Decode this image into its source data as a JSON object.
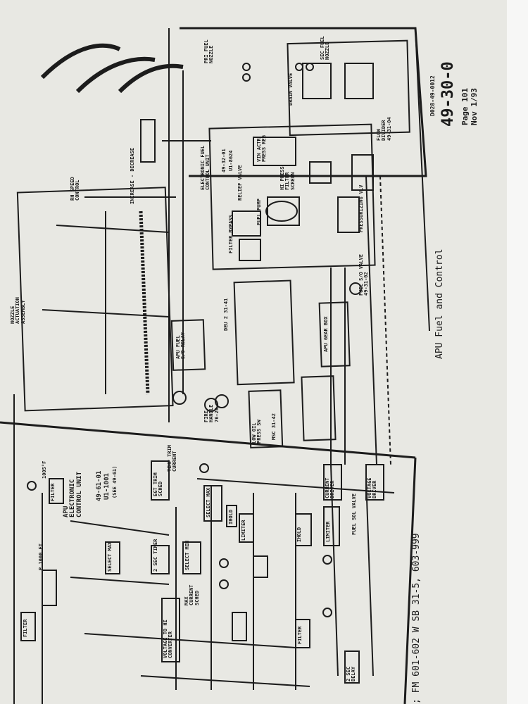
{
  "header": {
    "doc_id": "D028-49-0012",
    "chapter": "49-30-0",
    "page": "Page 101",
    "date": "Nov 1/93"
  },
  "figure_title": "APU Fuel and Control",
  "effectivity": "; FM 601-602 W SB 31-5, 603-999",
  "labels": {
    "ecu": "APU ELECTRONIC CONTROL UNIT",
    "ecu_ref1": "49-61-01",
    "ecu_ref2": "U1-1001",
    "ecu_ref3": "(SEE 49-61)",
    "efcu": "ELECTRONIC FUEL CONTROL UNIT",
    "efcu_ref1": "49-32-01",
    "efcu_ref2": "U1-8624",
    "egt": "EGT TRIM SCHED",
    "temp_trim": "TEMP TRIM CURRENT",
    "select_max": "SELECT MAX",
    "select_max2": "SELECT MAX",
    "select_min": "SELECT MIN",
    "fire_handle": "FIRE HANDLE 76-20",
    "relief_valve": "RELIEF VALVE",
    "fuel_pump": "FUEL PUMP",
    "hi_press": "HI PRESS FILTER SCREEN",
    "filter_bypass": "FILTER BYPASS",
    "pressurizing": "PRESSURIZING VLV",
    "fuel_so": "FUEL S/O VALVE 49-31-02",
    "gearbox": "APU GEAR BOX",
    "flow_divider": "FLOW DIVIDER 49-31-04",
    "drain_valve": "DRAIN VALVE",
    "sec_nozzle": "SEC FUEL NOZZLE",
    "pri_nozzle": "PRI FUEL NOZZLE",
    "nozzle_act": "NOZZLE ACTUATION ASSEMBLY",
    "speed_control": "RH SPEED CONTROL",
    "increase": "INCREASE - DECREASE",
    "fuel_so_relay": "APU FUEL S/O RELAY",
    "msc": "MSC 31-42",
    "limiter": "LIMITER",
    "limiter2": "LIMITER",
    "current_driver": "CURRENT DRIVER",
    "voltage_driver": "VOLTAGE DRIVER",
    "fuel_sol_valve": "FUEL SOL VALVE",
    "max_current": "MAX CURRENT SCHED",
    "filter1": "FILTER",
    "filter2": "FILTER",
    "filter3": "FILTER",
    "v_to_hi": "VOLTAGE TO HI CONVERTER",
    "ihold": "IHOLD",
    "ihold2": "IHOLD",
    "timer": "2 SEC TIMER",
    "timer2": "2 SEC DELAY",
    "low_oil": "LOW OIL PRESS SW",
    "deu": "DEU 2 31-41",
    "vin_acm": "VIN ACTR PRESS REG",
    "sc1000": "P 1000 FT",
    "t1005": "1005°F"
  }
}
